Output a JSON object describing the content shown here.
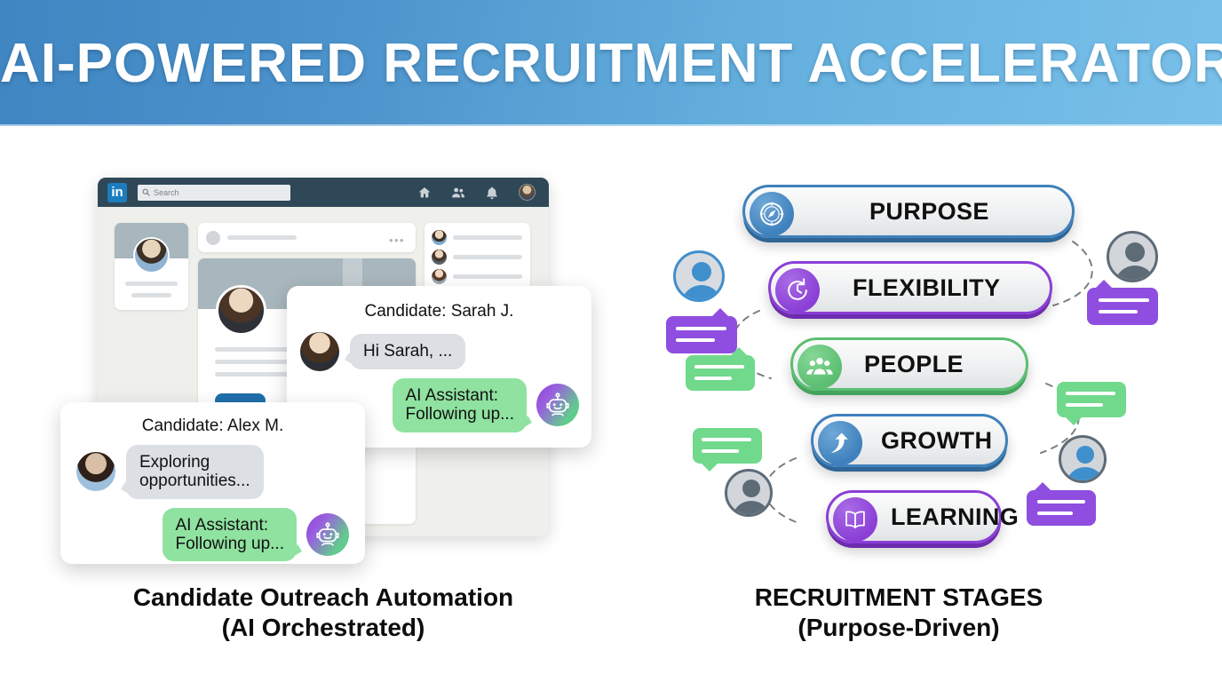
{
  "header": {
    "title": "AI-POWERED RECRUITMENT ACCELERATOR",
    "gradient_from": "#3f86c2",
    "gradient_to": "#79c1ea"
  },
  "linkedin_mockup": {
    "logo_text": "in",
    "logo_color": "#1b7dbd",
    "navbar_color": "#2f4858",
    "search": {
      "placeholder": "Search",
      "value": ""
    },
    "nav_icons": [
      "home-icon",
      "people-icon",
      "bell-icon",
      "profile-avatar"
    ],
    "cta_color": "#1f6fab"
  },
  "chat_cards": [
    {
      "id": "sarah",
      "title": "Candidate: Sarah J.",
      "incoming": "Hi Sarah, ...",
      "outgoing_line1": "AI Assistant:",
      "outgoing_line2": "Following up...",
      "bubble_in_color": "#dcdfe4",
      "bubble_out_color": "#8fe2a0"
    },
    {
      "id": "alex",
      "title": "Candidate: Alex M.",
      "incoming_line1": "Exploring",
      "incoming_line2": "opportunities...",
      "outgoing_line1": "AI Assistant:",
      "outgoing_line2": "Following up...",
      "bubble_in_color": "#dcdfe4",
      "bubble_out_color": "#8fe2a0"
    }
  ],
  "stages": [
    {
      "label": "PURPOSE",
      "icon": "compass-icon",
      "color": "#3f81bd",
      "dark": "#2f6695",
      "light": "#6fa8d8"
    },
    {
      "label": "FLEXIBILITY",
      "icon": "clock-back-icon",
      "color": "#8b3fd6",
      "dark": "#6d2bae",
      "light": "#a96ce6"
    },
    {
      "label": "PEOPLE",
      "icon": "group-icon",
      "color": "#5cbe72",
      "dark": "#44a45c",
      "light": "#86d896"
    },
    {
      "label": "GROWTH",
      "icon": "arrow-up-icon",
      "color": "#3f81bd",
      "dark": "#2f6695",
      "light": "#6fa8d8"
    },
    {
      "label": "LEARNING",
      "icon": "book-icon",
      "color": "#8b3fd6",
      "dark": "#6d2bae",
      "light": "#a96ce6"
    }
  ],
  "decorations": {
    "avatar_blue": "#3f8fcd",
    "avatar_gray": "#5d6b77",
    "bubble_purple": "#8f4ee0",
    "bubble_green": "#70d98c"
  },
  "captions": {
    "left_line1": "Candidate Outreach Automation",
    "left_line2": "(AI Orchestrated)",
    "right_line1": "RECRUITMENT STAGES",
    "right_line2": "(Purpose-Driven)"
  }
}
